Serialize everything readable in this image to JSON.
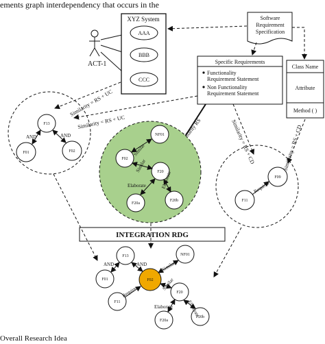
{
  "intro_text": "ements graph interdependency that occurs in the",
  "footer_text": "Overall Research Idea",
  "colors": {
    "green": "#a8d08d",
    "orange": "#f0a800",
    "line": "#111111"
  },
  "actor": {
    "label": "ACT-1"
  },
  "system": {
    "title": "XYZ System",
    "use_cases": [
      "AAA",
      "BBB",
      "CCC"
    ]
  },
  "srs_doc": {
    "lines": [
      "Software",
      "Requirement",
      "Specification"
    ]
  },
  "specific_req": {
    "title": "Specific Requirements",
    "items": [
      "Functionality",
      "Requirement Statement",
      "Non Functionality",
      "Requirement Statement"
    ]
  },
  "class_box": {
    "name": "Class Name",
    "attribute": "Attribute",
    "method": "Method ( )"
  },
  "integration": {
    "label": "INTEGRATION RDG"
  },
  "edge_labels": {
    "sim_rs_uc_1": "Similarity = RS + UC",
    "sim_rs_uc_2": "Similarity = RS + UC",
    "sim_rs": "Similarity RS",
    "sim_rs_cd_1": "Similarity = RS + CD",
    "sim_rs_cd_2": "Similarity = RS + CD",
    "and": "AND",
    "similar": "Similar",
    "elaborate": "Elaborate",
    "requires": "Requires"
  },
  "cluster_uc": {
    "center": "F13",
    "left": "F01",
    "right": "F02"
  },
  "cluster_rs": {
    "top": "NF01",
    "left": "F02",
    "mid": "F20",
    "bl": "F20a",
    "br": "F20b"
  },
  "cluster_cd": {
    "center": "F09",
    "bottom": "F11"
  },
  "cluster_final": {
    "f13": "F13",
    "nf01": "NF01",
    "f01": "F01",
    "f02": "F02",
    "f11": "F11",
    "f20": "F20",
    "f20a": "F20a",
    "f20b": "F20b"
  }
}
